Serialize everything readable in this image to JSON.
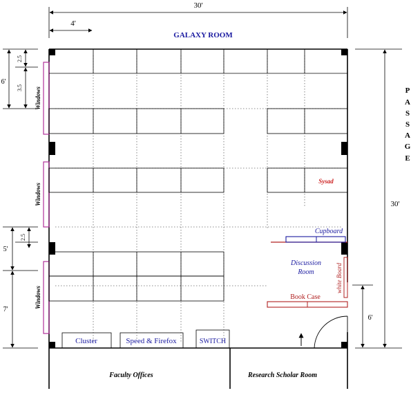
{
  "title": "GALAXY ROOM",
  "colors": {
    "title": "#1a1aa0",
    "window": "#b0309a",
    "sysad": "#cc2020",
    "cupboard": "#1a1aa0",
    "discussion": "#1a1aa0",
    "bookcase": "#b02020",
    "whiteboard": "#b02020",
    "label_blue": "#1a1aa0"
  },
  "dimensions": {
    "top_width": "30'",
    "top_sub": "4'",
    "right_height": "30'",
    "left_6": "6'",
    "left_2_5_a": "2.5",
    "left_3_5": "3.5",
    "left_5": "5'",
    "left_2_5_b": "2.5",
    "left_7": "7'",
    "right_6": "6'"
  },
  "passage": [
    "P",
    "A",
    "S",
    "S",
    "A",
    "G",
    "E"
  ],
  "windows": [
    "Windows",
    "Windows",
    "Windows"
  ],
  "zones": {
    "sysad": "Sysad",
    "cupboard": "Cupboard",
    "discussion": [
      "Discussion",
      "Room"
    ],
    "white_board": "white Board",
    "book_case": "Book Case"
  },
  "equipment": [
    "Cluster",
    "Speed & Firefox",
    "SWITCH"
  ],
  "rooms": {
    "faculty": "Faculty Offices",
    "research": "Research Scholar Room"
  }
}
